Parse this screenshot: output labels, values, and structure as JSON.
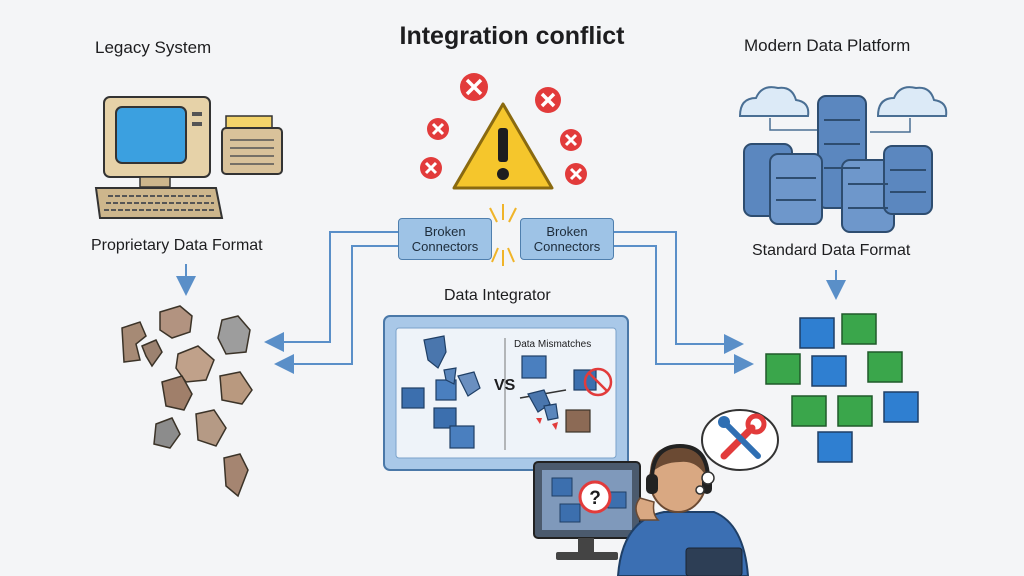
{
  "title": "Integration conflict",
  "legacy": {
    "label": "Legacy System",
    "format_label": "Proprietary Data Format"
  },
  "modern": {
    "label": "Modern Data Platform",
    "format_label": "Standard Data Format"
  },
  "connectors": {
    "left_label": "Broken Connectors",
    "right_label": "Broken Connectors"
  },
  "integrator": {
    "label": "Data Integrator",
    "mismatch_label": "Data Mismatches",
    "vs_label": "VS"
  },
  "colors": {
    "accent_blue": "#3d7ec6",
    "cube_green": "#3aa64b",
    "warning_yellow": "#f5c62c",
    "error_red": "#e23b3b",
    "arrow_blue": "#6fa3d8"
  },
  "icons": [
    "warning-icon",
    "error-x-icon",
    "cloud-icon",
    "server-icon",
    "tools-icon",
    "question-icon",
    "headset-icon"
  ]
}
